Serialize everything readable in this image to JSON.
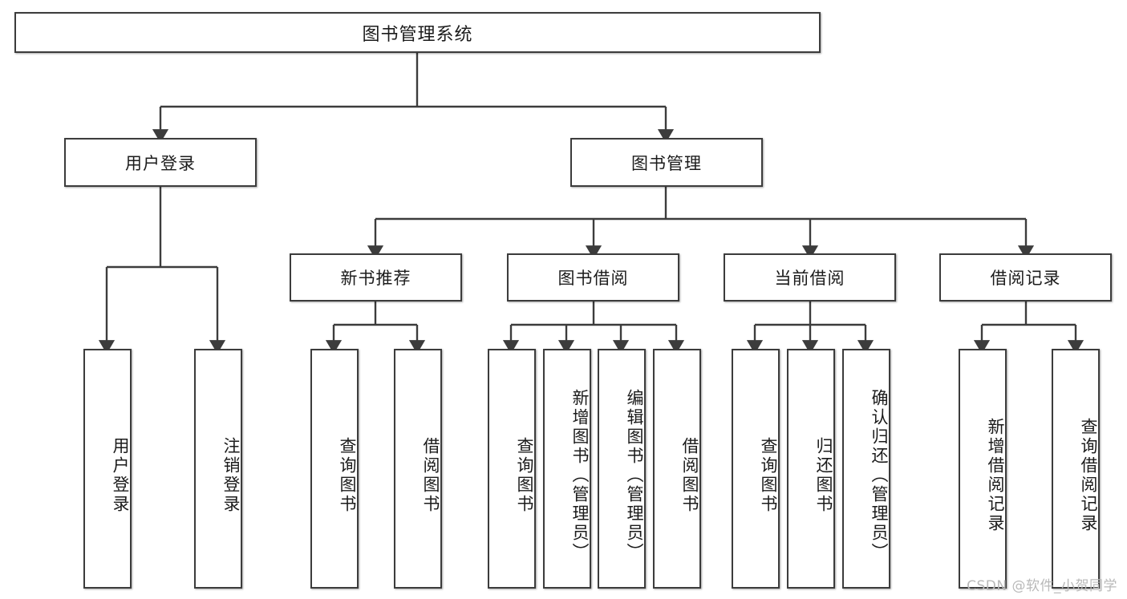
{
  "diagram": {
    "type": "tree",
    "title": "图书管理系统",
    "watermark": "CSDN @软件_小贺同学",
    "colors": {
      "background": "#ffffff",
      "stroke": "#3c3c3c",
      "text": "#1b1b1b",
      "watermark": "#b9b9b9"
    },
    "levels": {
      "root": {
        "label": "图书管理系统"
      },
      "level2": [
        {
          "id": "user-login",
          "label": "用户登录"
        },
        {
          "id": "book-manage",
          "label": "图书管理"
        }
      ],
      "level3": [
        {
          "id": "new-book-rec",
          "label": "新书推荐"
        },
        {
          "id": "book-borrow",
          "label": "图书借阅"
        },
        {
          "id": "current-borrow",
          "label": "当前借阅"
        },
        {
          "id": "borrow-record",
          "label": "借阅记录"
        }
      ],
      "leaves": [
        {
          "id": "leaf-user-login",
          "parent": "user-login",
          "label": "用户登录"
        },
        {
          "id": "leaf-logout",
          "parent": "user-login",
          "label": "注销登录"
        },
        {
          "id": "leaf-query-1",
          "parent": "new-book-rec",
          "label": "查询图书"
        },
        {
          "id": "leaf-borrow-1",
          "parent": "new-book-rec",
          "label": "借阅图书"
        },
        {
          "id": "leaf-query-2",
          "parent": "book-borrow",
          "label": "查询图书"
        },
        {
          "id": "leaf-add-book",
          "parent": "book-borrow",
          "label": "新增图书（管理员）"
        },
        {
          "id": "leaf-edit-book",
          "parent": "book-borrow",
          "label": "编辑图书（管理员）"
        },
        {
          "id": "leaf-borrow-2",
          "parent": "book-borrow",
          "label": "借阅图书"
        },
        {
          "id": "leaf-query-3",
          "parent": "current-borrow",
          "label": "查询图书"
        },
        {
          "id": "leaf-return",
          "parent": "current-borrow",
          "label": "归还图书"
        },
        {
          "id": "leaf-confirm-ret",
          "parent": "current-borrow",
          "label": "确认归还（管理员）"
        },
        {
          "id": "leaf-add-record",
          "parent": "borrow-record",
          "label": "新增借阅记录"
        },
        {
          "id": "leaf-query-record",
          "parent": "borrow-record",
          "label": "查询借阅记录"
        }
      ]
    }
  }
}
